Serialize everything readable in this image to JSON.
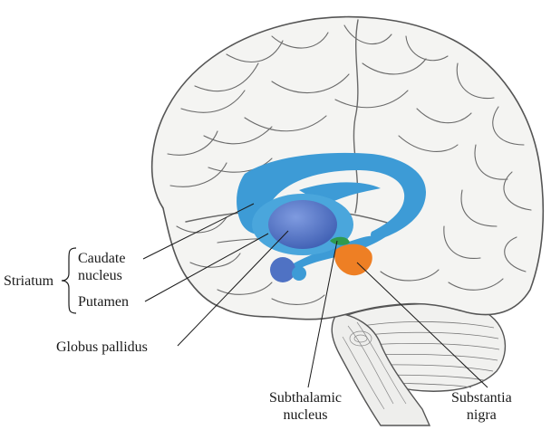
{
  "labels": {
    "striatum": "Striatum",
    "caudate_nucleus": "Caudate\nnucleus",
    "putamen": "Putamen",
    "globus_pallidus": "Globus pallidus",
    "subthalamic_nucleus": "Subthalamic\nnucleus",
    "substantia_nigra": "Substantia\nnigra"
  },
  "colors": {
    "striatum": "#3d9bd6",
    "globus_pallidus": "#4f72c4",
    "subthalamic_nucleus": "#2f9a4e",
    "substantia_nigra": "#ee7f24",
    "brain_fill": "#f4f4f2",
    "outline": "#555555"
  }
}
